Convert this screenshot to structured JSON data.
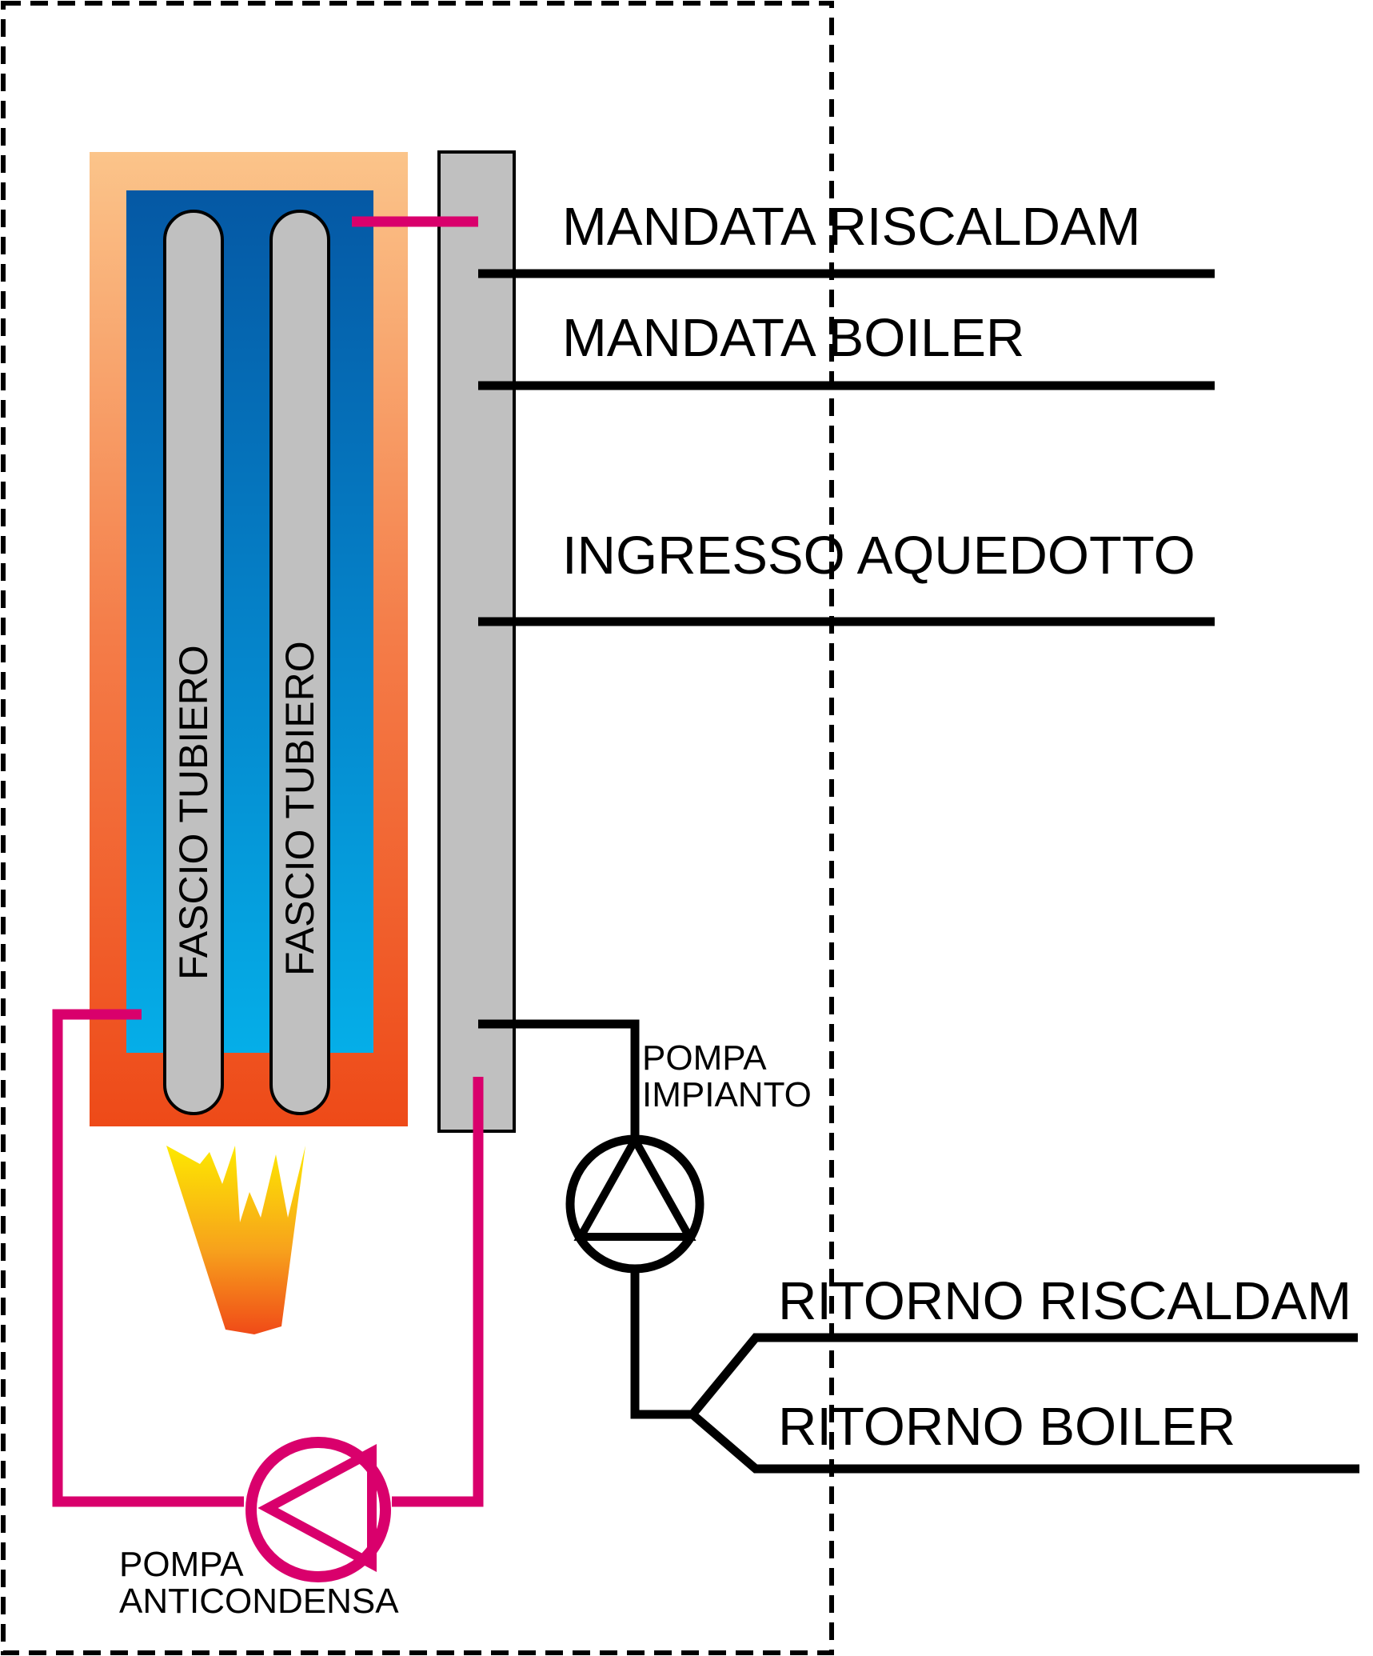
{
  "labels": {
    "mandata_riscaldamento": "MANDATA RISCALDAM",
    "mandata_boiler": "MANDATA BOILER",
    "ingresso_aquedotto": "INGRESSO AQUEDOTTO",
    "ritorno_riscaldamento": "RITORNO RISCALDAM",
    "ritorno_boiler": "RITORNO BOILER",
    "pompa_impianto": [
      "POMPA",
      "IMPIANTO"
    ],
    "pompa_anticondensa": [
      "POMPA",
      "ANTICONDENSA"
    ],
    "fascio_tubiero_1": "FASCIO TUBIERO",
    "fascio_tubiero_2": "FASCIO TUBIERO"
  },
  "colors": {
    "anticondensa_circuit": "#d9006c",
    "pipe_black": "#000000",
    "tube_grey": "#c0c0c0",
    "manifold_grey": "#c0c0c0",
    "outer_casing_top": "#fbc48a",
    "outer_casing_bottom": "#ee4a18",
    "water_top": "#0558a4",
    "water_bottom": "#05aee8",
    "flame_top": "#fde800",
    "flame_bottom": "#f04a18"
  },
  "icons": {
    "pump_impianto": "pump-symbol-triangle-up",
    "pump_anticondensa": "pump-symbol-triangle-left",
    "burner": "flame-icon"
  }
}
